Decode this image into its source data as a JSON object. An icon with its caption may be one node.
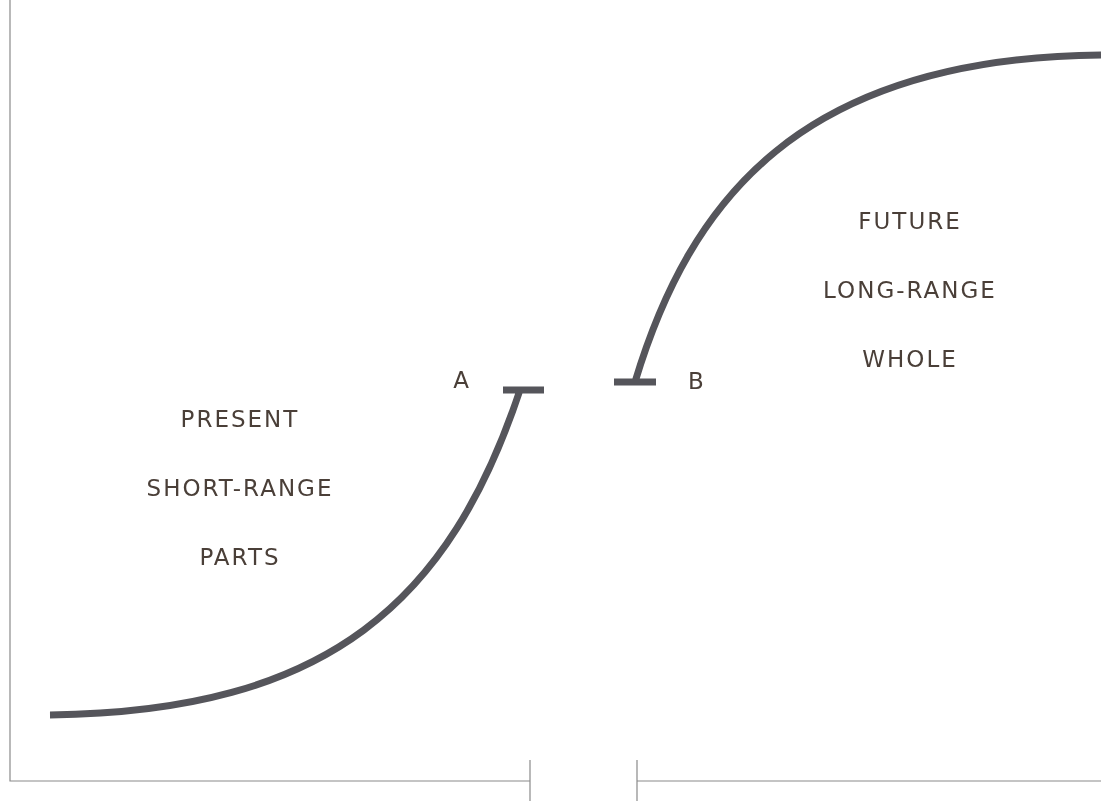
{
  "diagram": {
    "labels": [
      "FUTURE LONG-RANGE WHOLE",
      "A",
      "B",
      "PRESENT SHORT-RANGE PARTS"
    ]
  }
}
